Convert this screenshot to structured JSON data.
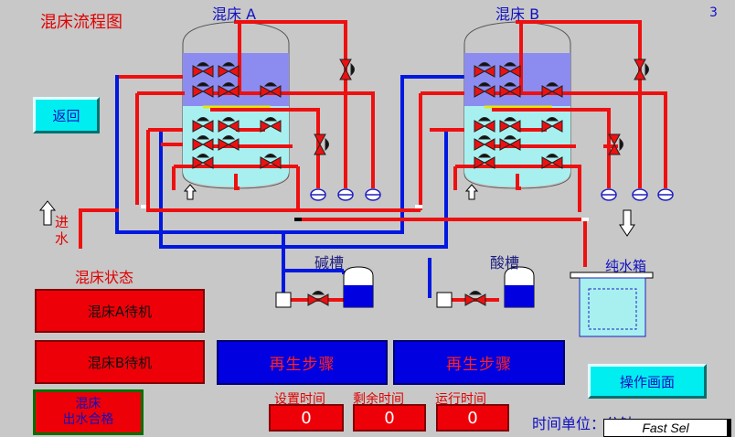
{
  "title": "混床流程图",
  "page_number": "3",
  "bed_a_title": "混床 A",
  "bed_b_title": "混床 B",
  "inlet_label": "进水",
  "caustic_tank_label": "碱槽",
  "acid_tank_label": "酸槽",
  "pure_water_tank_label": "纯水箱",
  "status_section_label": "混床状态",
  "back_button": "返回",
  "status_a": "混床A待机",
  "status_b": "混床B待机",
  "outlet_ok_line1": "混床",
  "outlet_ok_line2": "出水合格",
  "regen_step_a": "再生步骤",
  "regen_step_b": "再生步骤",
  "set_time_label": "设置时间",
  "remaining_time_label": "剩余时间",
  "run_time_label": "运行时间",
  "set_time_value": "0",
  "remaining_time_value": "0",
  "run_time_value": "0",
  "time_unit_label": "时间单位：分钟",
  "operate_button": "操作画面",
  "fast_sel_label": "Fast Sel",
  "colors": {
    "background": "#c8c8c8",
    "pipe_red": "#ee1010",
    "pipe_blue": "#0018e0",
    "resin_upper": "#8c8cf0",
    "resin_lower": "#a8f0f0",
    "button_cyan": "#00eef0"
  }
}
